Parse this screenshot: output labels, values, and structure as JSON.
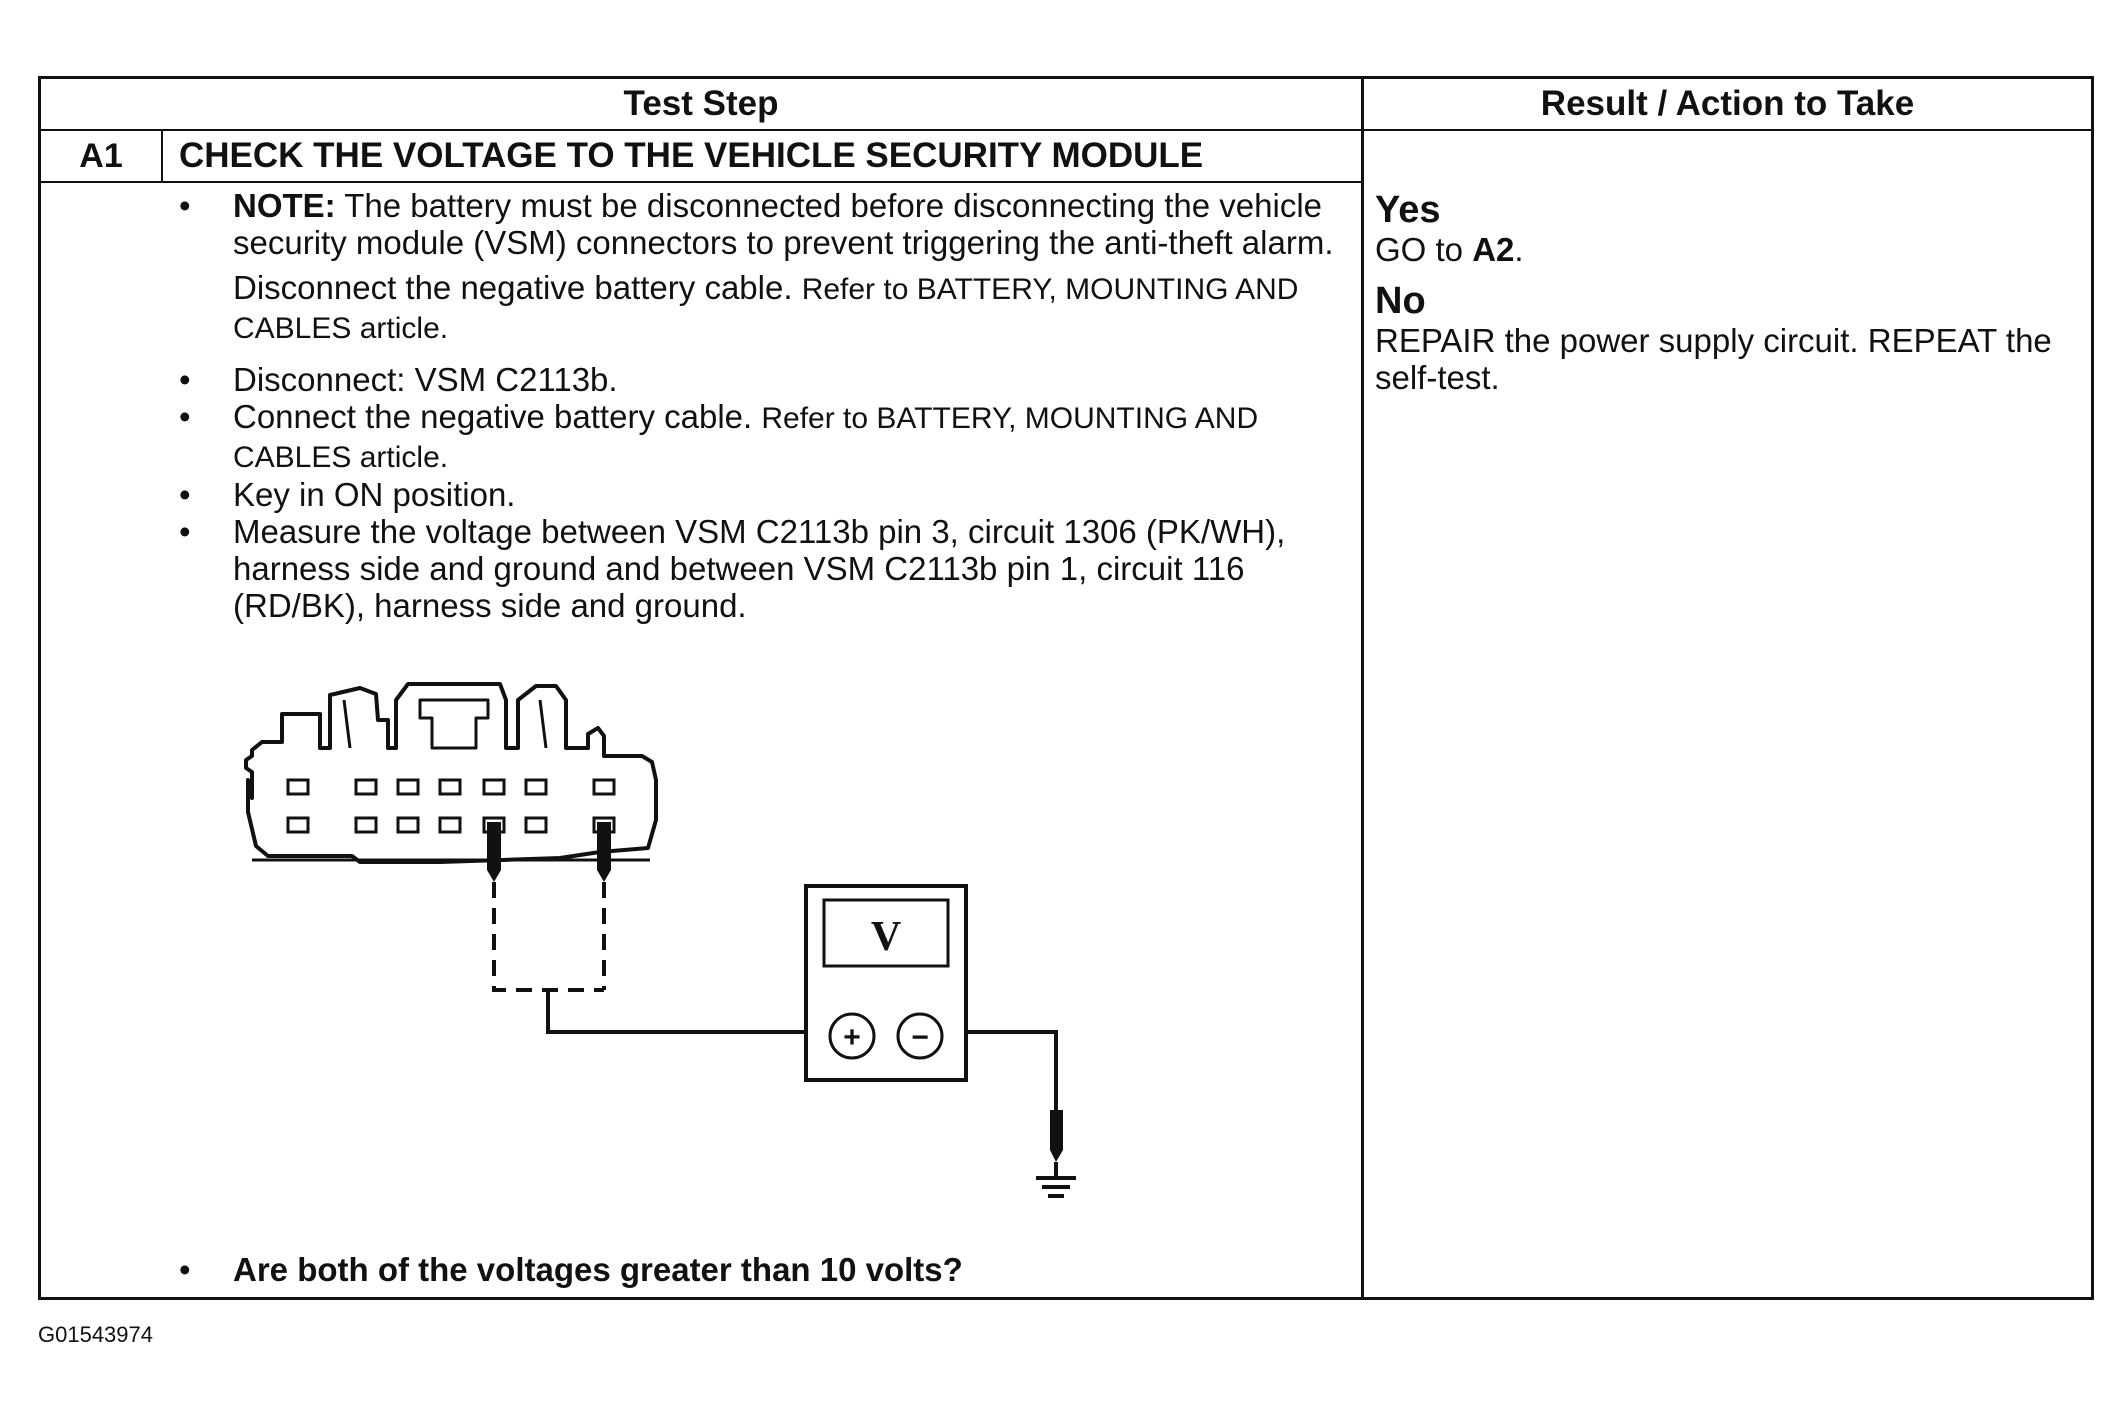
{
  "header": {
    "test_step": "Test Step",
    "result_action": "Result / Action to Take"
  },
  "step": {
    "id": "A1",
    "title": "CHECK THE VOLTAGE TO THE VEHICLE SECURITY MODULE"
  },
  "procedure": {
    "note_label": "NOTE:",
    "note_text": " The battery must be disconnected before disconnecting the vehicle security module (VSM) connectors to prevent triggering the anti-theft alarm.",
    "disconnect_cable": "Disconnect the negative battery cable.",
    "disconnect_cable_ref": "Refer to BATTERY, MOUNTING  AND CABLES article.",
    "disconnect_vsm": "Disconnect: VSM C2113b.",
    "connect_cable": "Connect the negative battery cable.",
    "connect_cable_ref": "Refer to BATTERY, MOUNTING AND CABLES article.",
    "key_on": "Key in ON position.",
    "measure": "Measure the voltage between VSM C2113b pin 3, circuit 1306 (PK/WH), harness side and ground and between VSM C2113b pin 1, circuit 116 (RD/BK), harness side and ground.",
    "question": "Are both of the voltages greater than 10 volts?",
    "bullet": "•"
  },
  "results": {
    "yes_label": "Yes",
    "yes_action_prefix": "GO to ",
    "yes_action_target": "A2",
    "yes_action_suffix": ".",
    "no_label": "No",
    "no_action": "REPAIR the power supply circuit. REPEAT the self-test."
  },
  "diagram": {
    "meter_symbol": "V",
    "plus": "+",
    "minus": "−"
  },
  "figure_code": "G01543974"
}
